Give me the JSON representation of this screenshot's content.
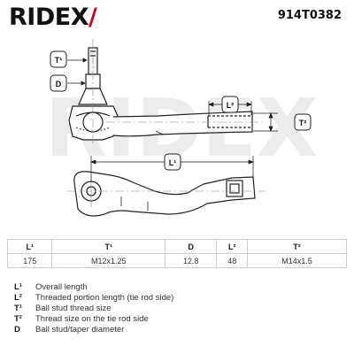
{
  "header": {
    "brand": "RIDEX",
    "part_number": "914T0382"
  },
  "drawing": {
    "watermark": "RIDEX",
    "labels": {
      "t1": "T¹",
      "d": "D",
      "l2": "L²",
      "t2": "T²",
      "l1": "L¹"
    }
  },
  "specs": {
    "headers": [
      "L¹",
      "T¹",
      "D",
      "L²",
      "T²"
    ],
    "values": [
      "175",
      "M12x1.25",
      "12.8",
      "48",
      "M14x1.5"
    ]
  },
  "legend": [
    {
      "key": "L¹",
      "text": "Overall length"
    },
    {
      "key": "L²",
      "text": "Threaded portion length (tie rod side)"
    },
    {
      "key": "T¹",
      "text": "Ball stud thread size"
    },
    {
      "key": "T²",
      "text": "Thread size on the tie rod side"
    },
    {
      "key": "D",
      "text": "Ball stud/taper diameter"
    }
  ]
}
